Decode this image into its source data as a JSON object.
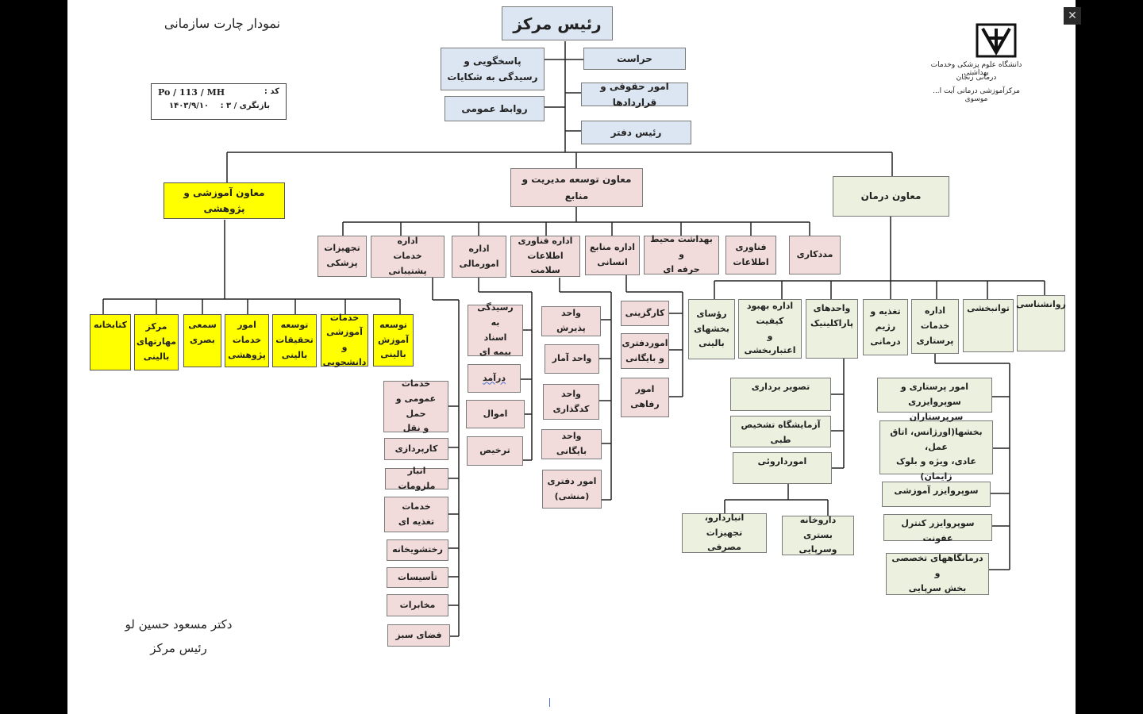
{
  "header": {
    "chart_title": "نمودار چارت سازمانی",
    "code_label": "کد :",
    "code_value": "Po / 113 / MH",
    "revision_label": "بازنگری / ۳ :",
    "revision_date": "۱۴۰۳/۹/۱۰"
  },
  "institution": {
    "line1": "دانشگاه علوم پزشکی وخدمات بهداشتی",
    "line2": "درمانی زنجان",
    "line3": "مرکزآموزشی درمانی آیت ا... موسوی"
  },
  "signature": {
    "name": "دکتر مسعود حسین لو",
    "title": "رئیس مرکز"
  },
  "nodes": {
    "head": "رئیس مرکز",
    "complaints": "پاسخگویی و\nرسیدگی به شکایات",
    "security": "حراست",
    "legal": "امور حقوقی و قراردادها",
    "pr": "روابط عمومی",
    "office_head": "رئیس دفتر",
    "dep_mgmt": "معاون توسعه مدیریت و منابع",
    "dep_edu": "معاون آموزشی و پژوهشی",
    "dep_treat": "معاون درمان",
    "mgmt_equipment": "تجهیزات\nپزشکی",
    "mgmt_support": "اداره\nخدمات پشتیبانی",
    "mgmt_finance": "اداره\nامورمالی",
    "mgmt_hit": "اداره فناوری\nاطلاعات سلامت",
    "mgmt_hr": "اداره منابع\nانسانی",
    "mgmt_ohs": "بهداشت محیط و\nحرفه ای",
    "mgmt_it": "فناوری\nاطلاعات",
    "mgmt_social": "مددکاری",
    "sup_general": "خدمات\nعمومی و حمل\nو نقل",
    "sup_procure": "کارپردازی",
    "sup_store": "انبار ملزومات",
    "sup_food": "خدمات\nتغذیه ای",
    "sup_laundry": "رختشویخانه",
    "sup_facilities": "تأسیسات",
    "sup_telecom": "مخابرات",
    "sup_green": "فضای سبز",
    "fin_insurance": "رسیدگی به\nاسناد\nبیمه ای",
    "fin_revenue": "درآمد",
    "fin_assets": "اموال",
    "fin_discharge": "ترخیص",
    "hit_admission": "واحد پذیرش",
    "hit_stats": "واحد آمار",
    "hit_coding": "واحد\nکدگذاری",
    "hit_archive": "واحد بایگانی",
    "hit_secretary": "امور دفتری\n(منشی)",
    "hr_selection": "کارگزینی",
    "hr_clerical": "اموردفتری\nو بایگانی",
    "hr_welfare": "امور\nرفاهی",
    "edu_library": "کتابخانه",
    "edu_skills": "مرکز\nمهارتهای\nبالینی",
    "edu_av": "سمعی\nبصری",
    "edu_research": "امور\nخدمات\nپژوهشی",
    "edu_clinres": "توسعه\nتحقیقات\nبالینی",
    "edu_student": "خدمات\nآموزشی و\nدانشجویی",
    "edu_clinedu": "توسعه\nآموزش\nبالینی",
    "tr_ward_heads": "رؤسای\nبخشهای\nبالینی",
    "tr_quality": "اداره بهبود\nکیفیت\nو اعتباربخشی",
    "tr_paraclinic": "واحدهای\nپاراکلینیک",
    "tr_nutrition": "تغذیه و\nرژیم\nدرمانی",
    "tr_nursing": "اداره\nخدمات\nپرستاری",
    "tr_rehab": "توانبخشی",
    "tr_psych": "روانشناسی",
    "pc_imaging": "تصویر برداری",
    "pc_lab": "آزمایشگاه تشخیص طبی",
    "pc_pharmacy": "امورداروئی",
    "ph_warehouse": "انباردارو، تجهیزات\nمصرفی",
    "ph_outpatient": "داروخانه\nبستری وسرپایی",
    "nu_affairs": "امور پرستاری و سوپروایزری",
    "nu_heads": "سرپرستاران\nبخشها(اورژانس، اتاق عمل،\nعادی، ویژه و بلوک زایمان)",
    "nu_edu_sup": "سوپروایزر آموزشی",
    "nu_infection": "سوپروایزر کنترل عفونت",
    "nu_clinics": "درمانگاههای تخصصی و\nبخش سرپایی"
  }
}
